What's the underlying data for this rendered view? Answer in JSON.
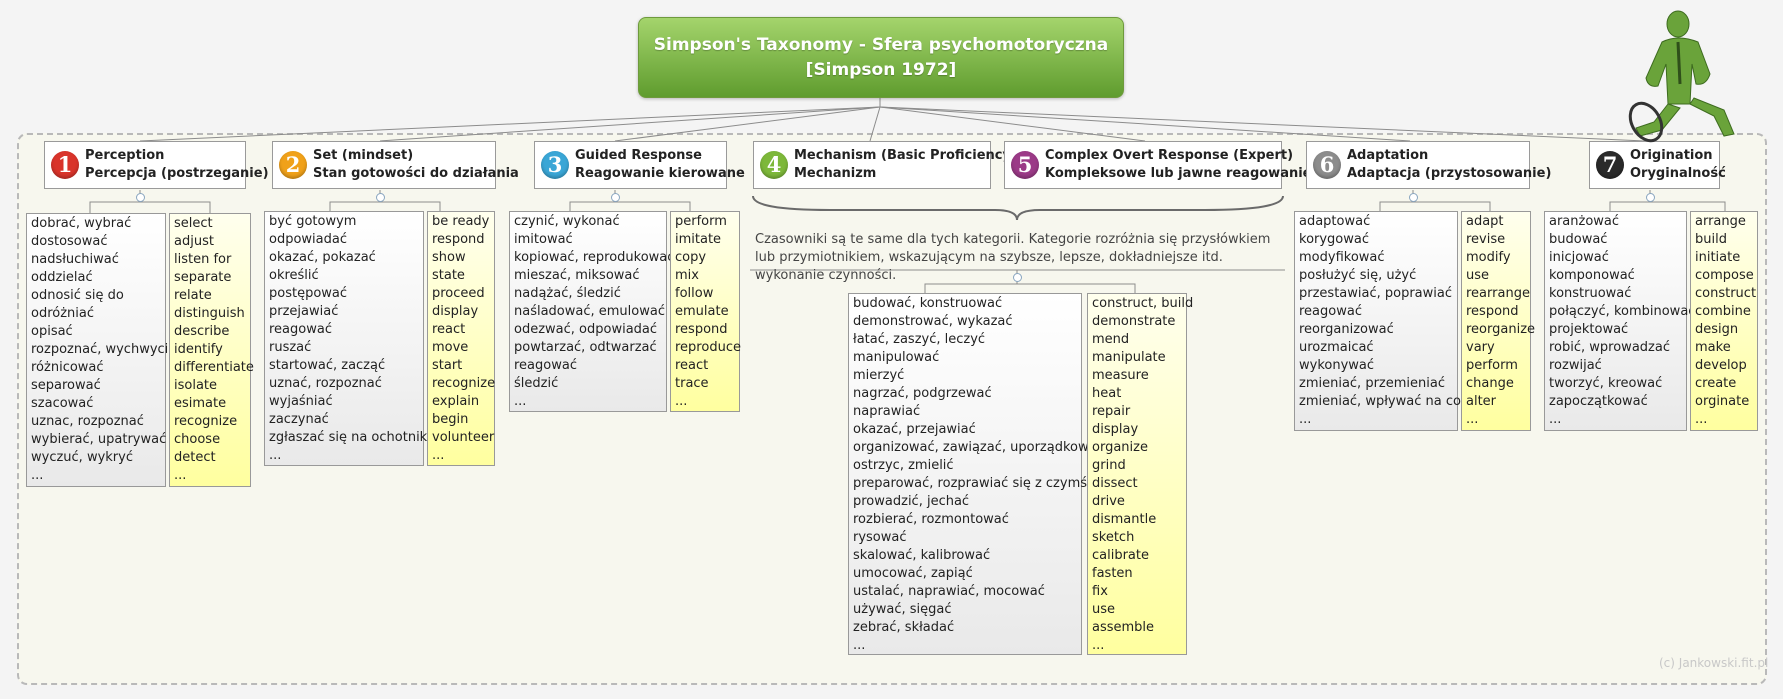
{
  "title": {
    "line1": "Simpson's Taxonomy - Sfera psychomotoryczna",
    "line2": "[Simpson 1972]"
  },
  "watermark": "(c) Jankowski.fit.pl",
  "mechanism_note": "Czasowniki są te same dla tych kategorii. Kategorie rozróżnia się przysłówkiem lub przymiotnikiem, wskazującym na szybsze, lepsze, dokładniejsze itd. wykonanie czynności.",
  "categories": [
    {
      "number": "1",
      "color": "#d9342b",
      "title_en": "Perception",
      "title_pl": "Percepcja (postrzeganie)",
      "pl_items": [
        "dobrać, wybrać",
        "dostosować",
        "nadsłuchiwać",
        "oddzielać",
        "odnosić się do",
        "odróżniać",
        "opisać",
        "rozpoznać, wychwycić",
        "różnicować",
        "separować",
        "szacować",
        "uznac, rozpoznać",
        "wybierać, upatrywać",
        "wyczuć, wykryć",
        "..."
      ],
      "en_items": [
        "select",
        "adjust",
        "listen for",
        "separate",
        "relate",
        "distinguish",
        "describe",
        "identify",
        "differentiate",
        "isolate",
        "esimate",
        "recognize",
        "choose",
        "detect",
        "..."
      ]
    },
    {
      "number": "2",
      "color": "#f0a11a",
      "title_en": "Set (mindset)",
      "title_pl": "Stan gotowości do działania",
      "pl_items": [
        "być gotowym",
        "odpowiadać",
        "okazać, pokazać",
        "określić",
        "postępować",
        "przejawiać",
        "reagować",
        "ruszać",
        "startować, zacząć",
        "uznać, rozpoznać",
        "wyjaśniać",
        "zaczynać",
        "zgłaszać się na ochotnika",
        "..."
      ],
      "en_items": [
        "be ready",
        "respond",
        "show",
        "state",
        "proceed",
        "display",
        "react",
        "move",
        "start",
        "recognize",
        "explain",
        "begin",
        "volunteer",
        "..."
      ]
    },
    {
      "number": "3",
      "color": "#3aa6d6",
      "title_en": "Guided Response",
      "title_pl": "Reagowanie kierowane",
      "pl_items": [
        "czynić, wykonać",
        "imitować",
        "kopiować, reprodukować",
        "mieszać, miksować",
        "nadążać, śledzić",
        "naśladować, emulować",
        "odezwać, odpowiadać",
        "powtarzać, odtwarzać",
        "reagować",
        "śledzić",
        "..."
      ],
      "en_items": [
        "perform",
        "imitate",
        "copy",
        "mix",
        "follow",
        "emulate",
        "respond",
        "reproduce",
        "react",
        "trace",
        "..."
      ]
    },
    {
      "number": "4",
      "color": "#7db83a",
      "title_en": "Mechanism (Basic Proficiency)",
      "title_pl": "Mechanizm"
    },
    {
      "number": "5",
      "color": "#9b3a87",
      "title_en": "Complex Overt Response (Expert)",
      "title_pl": "Kompleksowe lub jawne reagowanie"
    },
    {
      "number": "6",
      "color": "#8c8c8c",
      "title_en": "Adaptation",
      "title_pl": "Adaptacja (przystosowanie)",
      "pl_items": [
        "adaptować",
        "korygować",
        "modyfikować",
        "posłużyć się, użyć",
        "przestawiać, poprawiać",
        "reagować",
        "reorganizować",
        "urozmaicać",
        "wykonywać",
        "zmieniać, przemieniać",
        "zmieniać, wpływać na coś",
        "..."
      ],
      "en_items": [
        "adapt",
        "revise",
        "modify",
        "use",
        "rearrange",
        "respond",
        "reorganize",
        "vary",
        "perform",
        "change",
        "alter",
        "..."
      ]
    },
    {
      "number": "7",
      "color": "#2a2a2a",
      "title_en": "Origination",
      "title_pl": "Oryginalność",
      "pl_items": [
        "aranżować",
        "budować",
        "inicjować",
        "komponować",
        "konstruować",
        "połączyć, kombinować",
        "projektować",
        "robić, wprowadzać",
        "rozwijać",
        "tworzyć, kreować",
        "zapoczątkować",
        "..."
      ],
      "en_items": [
        "arrange",
        "build",
        "initiate",
        "compose",
        "construct",
        "combine",
        "design",
        "make",
        "develop",
        "create",
        "orginate",
        "..."
      ]
    }
  ],
  "shared": {
    "pl_items": [
      "budować, konstruować",
      "demonstrować, wykazać",
      "łatać, zaszyć, leczyć",
      "manipulować",
      "mierzyć",
      "nagrzać, podgrzewać",
      "naprawiać",
      "okazać, przejawiać",
      "organizować, zawiązać, uporządkować",
      "ostrzyc, zmielić",
      "preparować, rozprawiać się z czymś",
      "prowadzić, jechać",
      "rozbierać, rozmontować",
      "rysować",
      "skalować, kalibrować",
      "umocować, zapiąć",
      "ustalać, naprawiać, mocować",
      "używać, sięgać",
      "zebrać, składać",
      "..."
    ],
    "en_items": [
      "construct, build",
      "demonstrate",
      "mend",
      "manipulate",
      "measure",
      "heat",
      "repair",
      "display",
      "organize",
      "grind",
      "dissect",
      "drive",
      "dismantle",
      "sketch",
      "calibrate",
      "fasten",
      "fix",
      "use",
      "assemble",
      "..."
    ]
  }
}
